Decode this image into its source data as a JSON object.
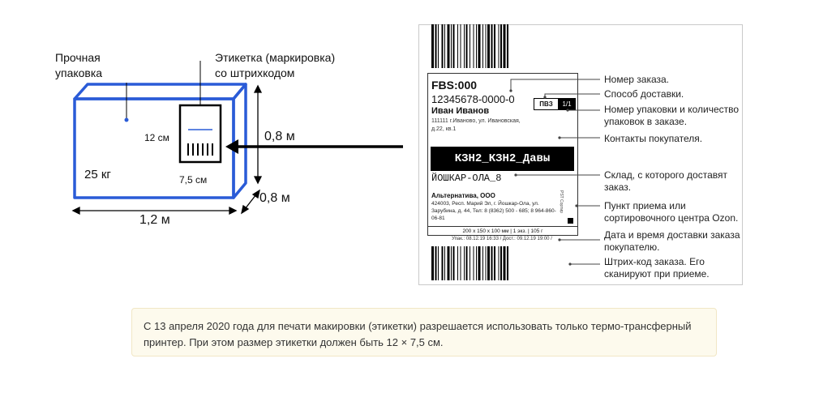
{
  "package": {
    "durable_label": "Прочная\nупаковка",
    "sticker_label": "Этикетка (маркировка)\nсо штрихкодом",
    "weight": "25 кг",
    "sticker_height": "12 см",
    "sticker_width": "7,5 см",
    "depth": "0,8 м",
    "height": "0,8 м",
    "width": "1,2 м"
  },
  "label": {
    "fbs": "FBS:000",
    "order_number": "12345678-0000-0",
    "buyer_name": "Иван Иванов",
    "buyer_address": "111111 г.Иваново, ул. Ивановская, д.22, кв.1",
    "delivery_method": "ПВЗ",
    "package_count": "1/1",
    "sort_code": "КЗН2_КЗН2_Давы",
    "warehouse": "ЙОШКАР-ОЛА_8",
    "seller_name": "Альтернатива, ООО",
    "seller_address": "424003, Респ. Марий Эл, г. Йошкар-Ола, ул. Зарубина, д. 44, Тел: 8 (8362) 500 - 685; 8 964-860-06-81",
    "side_text": "PST Сортир",
    "dimensions": "200 x 150 x 100 мм  |  1 экз.  |  105 г",
    "dates": "Упак.: 08.12.19 16:33 / Дост.: 09.12.19 19:00 /"
  },
  "callouts": {
    "order_number": "Номер заказа.",
    "delivery_method": "Способ доставки.",
    "package_number": "Номер упаковки и количество\nупаковок в заказе.",
    "buyer_contacts": "Контакты покупателя.",
    "warehouse": "Склад, с которого доставят\nзаказ.",
    "pickup_point": "Пункт приема или\nсортировочного центра Ozon.",
    "delivery_date": "Дата и время доставки заказа\nпокупателю.",
    "barcode": "Штрих-код заказа. Его\nсканируют при приеме."
  },
  "note": "С 13 апреля 2020 года для печати макировки (этикетки) разрешается использовать только термо-трансферный принтер. При этом размер этикетки должен быть 12 × 7,5 см.",
  "colors": {
    "box_blue": "#2a5bd7",
    "note_bg": "#fdfaed",
    "note_border": "#f1e7c5"
  }
}
